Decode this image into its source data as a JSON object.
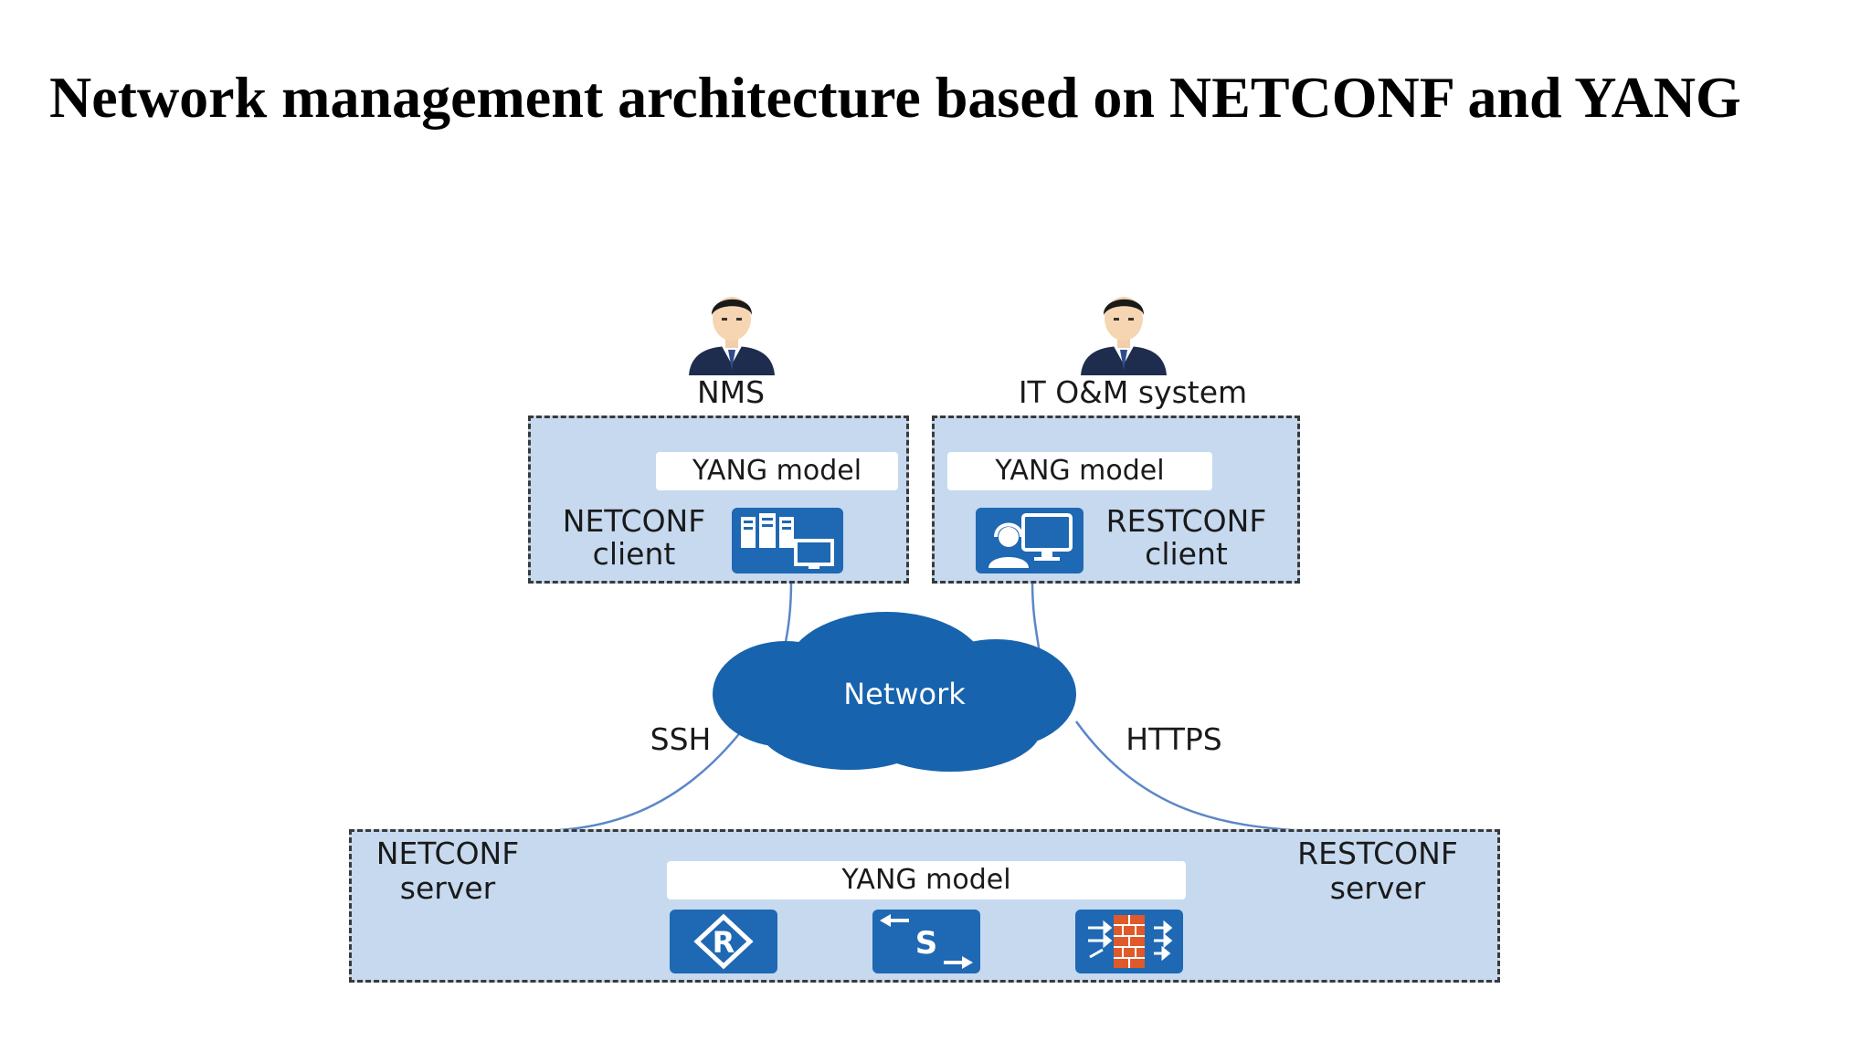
{
  "title": "Network management architecture based on NETCONF and YANG",
  "actors": {
    "nms": {
      "label": "NMS",
      "icon": "user-icon"
    },
    "it_om": {
      "label": "IT O&M system",
      "icon": "user-icon"
    }
  },
  "netconf_client_box": {
    "yang_label": "YANG model",
    "line1": "NETCONF",
    "line2": "client",
    "icon": "servers-monitor-icon"
  },
  "restconf_client_box": {
    "yang_label": "YANG model",
    "line1": "RESTCONF",
    "line2": "client",
    "icon": "operator-headset-icon"
  },
  "network": {
    "label": "Network",
    "icon": "cloud-icon"
  },
  "protocols": {
    "left": "SSH",
    "right": "HTTPS"
  },
  "server_box": {
    "left_line1": "NETCONF",
    "left_line2": "server",
    "right_line1": "RESTCONF",
    "right_line2": "server",
    "yang_label": "YANG model",
    "devices": [
      {
        "icon": "router-icon"
      },
      {
        "icon": "switch-icon"
      },
      {
        "icon": "firewall-icon"
      }
    ]
  },
  "colors": {
    "box_fill": "#c6d9ef",
    "tile_blue": "#1f68b3",
    "cloud_blue": "#1763ad",
    "link_line": "#5b86c8"
  }
}
